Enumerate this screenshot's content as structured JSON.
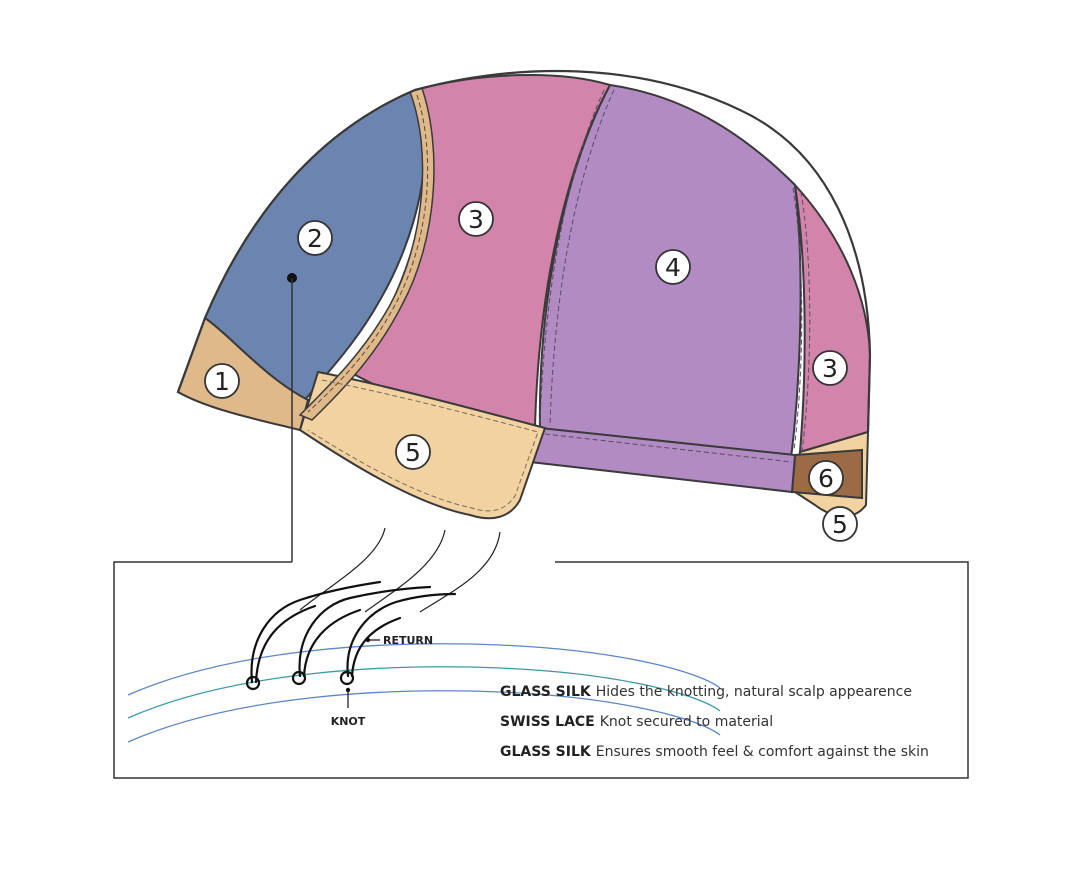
{
  "colors": {
    "panel_1": "#dfb98a",
    "panel_2": "#6c85b0",
    "panel_3": "#d384aa",
    "panel_4": "#b18bc2",
    "panel_5": "#f2d2a0",
    "panel_6": "#9a6b44",
    "outline": "#3a3a3a"
  },
  "markers": [
    {
      "id": "m1",
      "label": "1"
    },
    {
      "id": "m2",
      "label": "2"
    },
    {
      "id": "m3a",
      "label": "3"
    },
    {
      "id": "m3b",
      "label": "3"
    },
    {
      "id": "m4",
      "label": "4"
    },
    {
      "id": "m5a",
      "label": "5"
    },
    {
      "id": "m5b",
      "label": "5"
    },
    {
      "id": "m6",
      "label": "6"
    }
  ],
  "detail": {
    "return_label": "RETURN",
    "knot_label": "KNOT",
    "layers": [
      {
        "term": "GLASS SILK",
        "desc": "Hides the knotting, natural scalp appearence"
      },
      {
        "term": "SWISS LACE",
        "desc": "Knot secured to material"
      },
      {
        "term": "GLASS SILK",
        "desc": "Ensures smooth feel & comfort against the skin"
      }
    ]
  }
}
